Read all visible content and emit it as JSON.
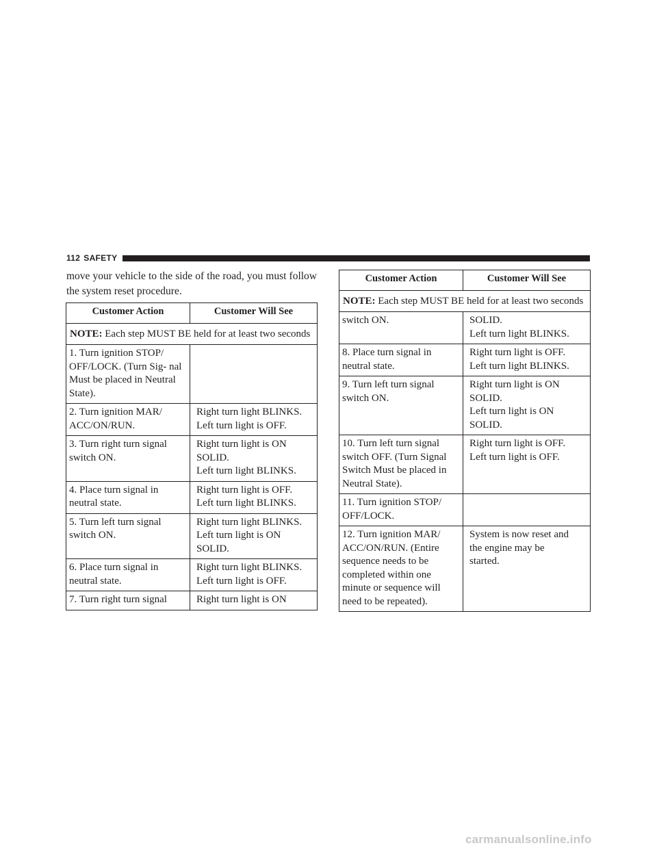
{
  "header": {
    "page_number": "112",
    "section": "SAFETY"
  },
  "intro_text": "move your vehicle to the side of the road, you must follow the system reset procedure.",
  "table_headers": {
    "action": "Customer Action",
    "see": "Customer Will See"
  },
  "note": {
    "label": "NOTE:",
    "text": " Each step MUST BE held for at least two seconds"
  },
  "table_left_rows": [
    {
      "action": "1. Turn ignition STOP/ OFF/LOCK. (Turn Sig- nal Must be placed in Neutral State).",
      "see": []
    },
    {
      "action": "2. Turn ignition MAR/ ACC/ON/RUN.",
      "see": [
        "Right turn light BLINKS.",
        "Left turn light is OFF."
      ]
    },
    {
      "action": "3. Turn right turn signal switch ON.",
      "see": [
        "Right turn light is ON",
        "SOLID.",
        "Left turn light BLINKS."
      ]
    },
    {
      "action": "4. Place turn signal in neutral state.",
      "see": [
        "Right turn light is OFF.",
        "Left turn light BLINKS."
      ]
    },
    {
      "action": "5. Turn left turn signal switch ON.",
      "see": [
        "Right turn light BLINKS.",
        "Left turn light is ON",
        "SOLID."
      ]
    },
    {
      "action": "6. Place turn signal in neutral state.",
      "see": [
        "Right turn light BLINKS.",
        "Left turn light is OFF."
      ]
    },
    {
      "action": "7. Turn right turn signal",
      "see": [
        "Right turn light is ON"
      ]
    }
  ],
  "table_right_rows": [
    {
      "action": "switch ON.",
      "see": [
        "SOLID.",
        "Left turn light BLINKS."
      ]
    },
    {
      "action": "8. Place turn signal in neutral state.",
      "see": [
        "Right turn light is OFF.",
        "Left turn light BLINKS."
      ]
    },
    {
      "action": "9. Turn left turn signal switch ON.",
      "see": [
        "Right turn light is ON",
        "SOLID.",
        "Left turn light is ON",
        "SOLID."
      ]
    },
    {
      "action": "10. Turn left turn signal switch OFF. (Turn Signal Switch Must be placed in Neutral State).",
      "see": [
        "Right turn light is OFF.",
        "Left turn light is OFF."
      ]
    },
    {
      "action": "11. Turn ignition STOP/ OFF/LOCK.",
      "see": []
    },
    {
      "action": "12. Turn ignition MAR/ ACC/ON/RUN. (Entire sequence needs to be completed within one minute or sequence will need to be repeated).",
      "see": [
        "System is now reset and",
        "the engine may be",
        "started."
      ]
    }
  ],
  "watermark": "carmanualsonline.info"
}
